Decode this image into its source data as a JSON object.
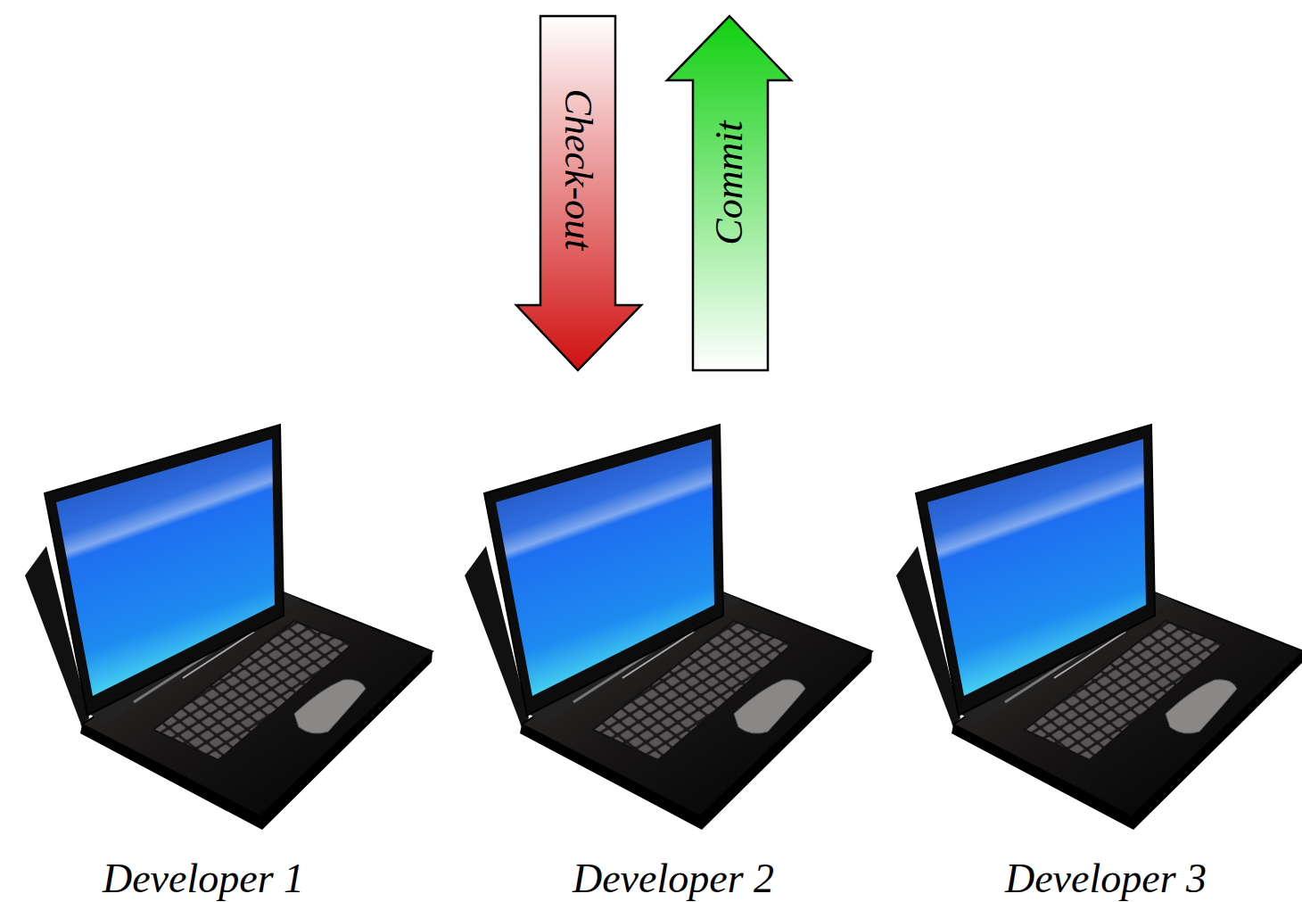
{
  "diagram": {
    "nodes": [
      {
        "text": [
          "Check-out"
        ]
      },
      {
        "text": [
          "Commit"
        ]
      }
    ],
    "labels": [
      "Developer 1",
      "Developer 2",
      "Developer 3"
    ]
  }
}
